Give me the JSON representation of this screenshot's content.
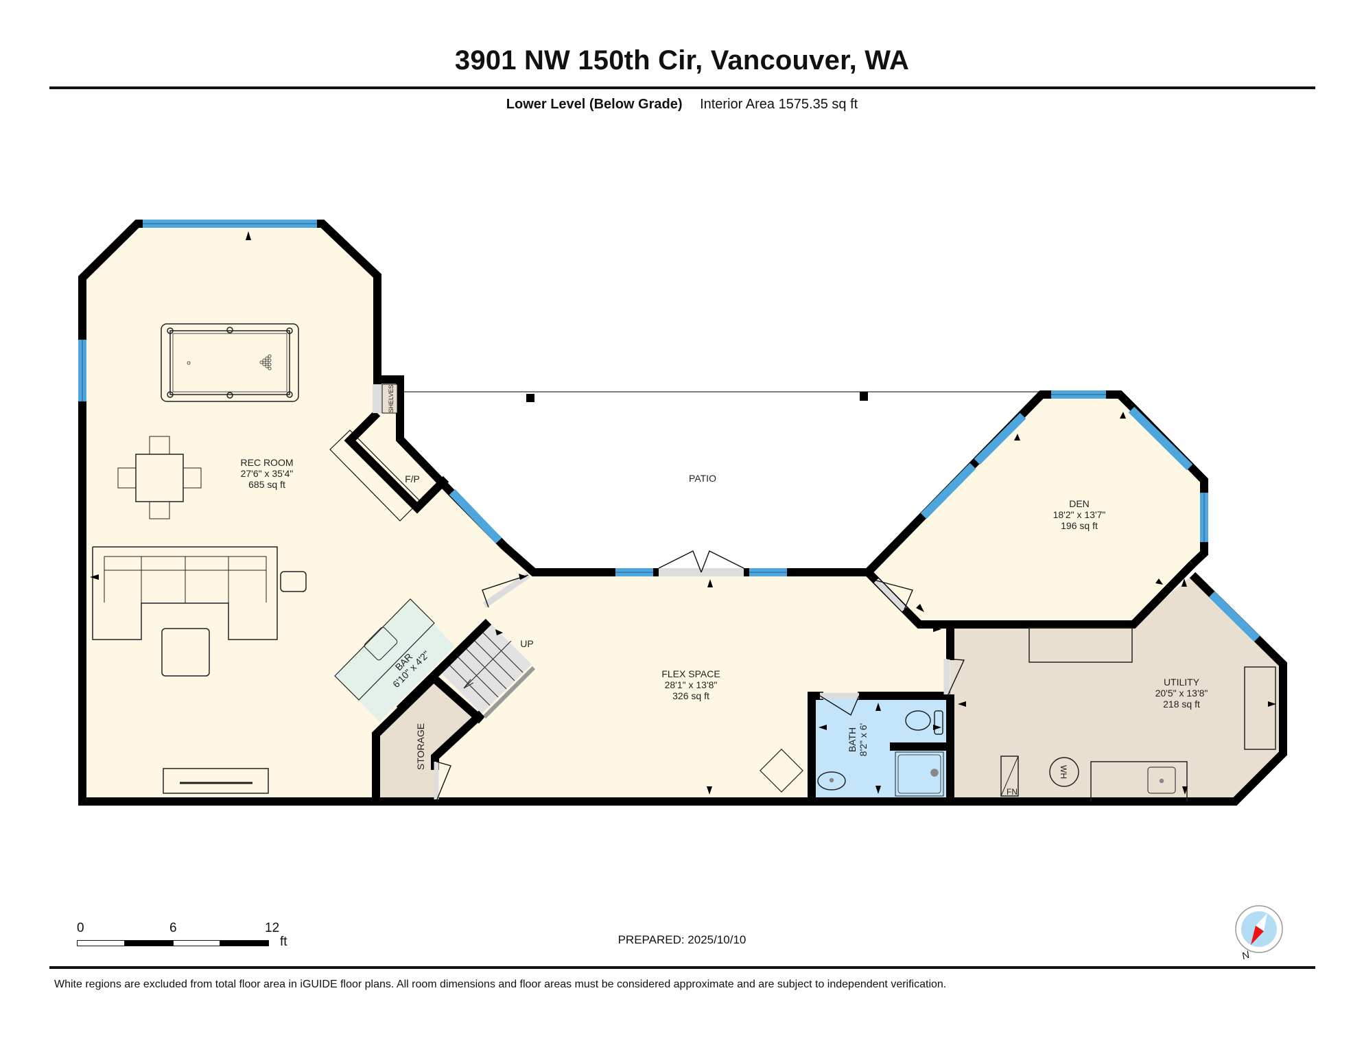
{
  "header": {
    "title": "3901 NW 150th Cir, Vancouver, WA",
    "level_name": "Lower Level (Below Grade)",
    "interior_area": "Interior Area 1575.35 sq ft"
  },
  "rooms": [
    {
      "name": "REC ROOM",
      "dimensions": "27'6\" x 35'4\"",
      "area": "685 sq ft"
    },
    {
      "name": "FLEX SPACE",
      "dimensions": "28'1\" x 13'8\"",
      "area": "326 sq ft"
    },
    {
      "name": "DEN",
      "dimensions": "18'2\" x 13'7\"",
      "area": "196 sq ft"
    },
    {
      "name": "UTILITY",
      "dimensions": "20'5\" x 13'8\"",
      "area": "218 sq ft"
    },
    {
      "name": "BATH",
      "dimensions": "8'2\" x 6'"
    },
    {
      "name": "BAR",
      "dimensions": "6'10\" x 4'2\""
    },
    {
      "name": "STORAGE"
    },
    {
      "name": "PATIO"
    }
  ],
  "fixtures": {
    "shelves": "SHELVES",
    "fireplace": "F/P",
    "stairs": "UP",
    "water_heater": "WH",
    "furnace": "FN"
  },
  "scale_bar": {
    "ticks": [
      "0",
      "6",
      "12"
    ],
    "unit": "ft"
  },
  "compass": {
    "label": "N"
  },
  "footer": {
    "prepared": "PREPARED: 2025/10/10",
    "disclaimer": "White regions are excluded from total floor area in iGUIDE floor plans. All room dimensions and floor areas must be considered approximate and are subject to independent verification."
  },
  "colors": {
    "living_fill": "#fdf7e3",
    "utility_fill": "#e8dfd0",
    "bath_fill": "#c4e4fa",
    "bar_fill": "#e3f1ea",
    "window": "#4ea6dc",
    "wall": "#000000",
    "door_opening": "#dcdcdc",
    "compass_red": "#ee1111",
    "compass_blue": "#b3dcf5"
  }
}
